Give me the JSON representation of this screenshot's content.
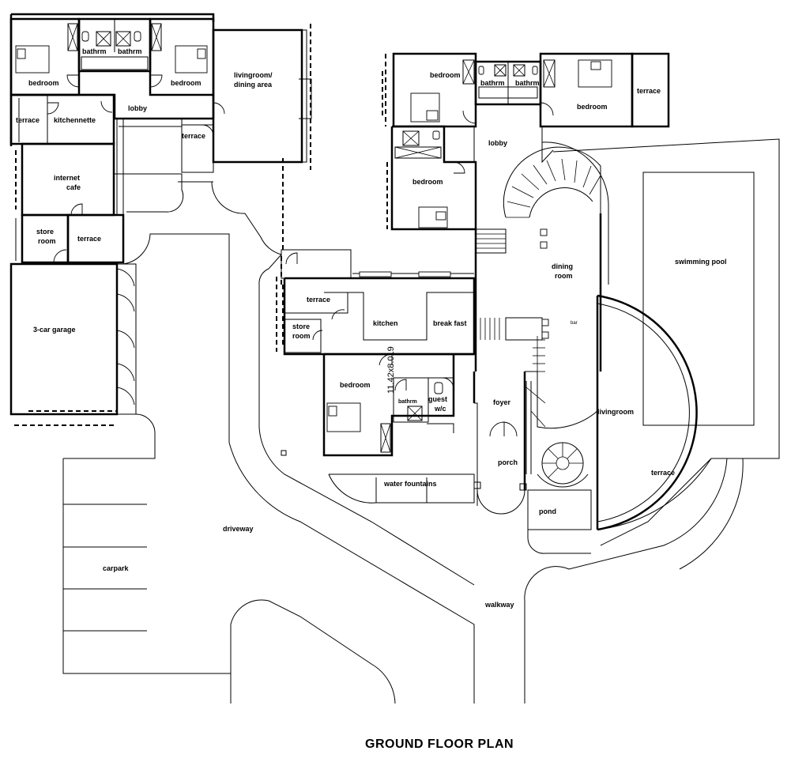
{
  "title": "GROUND FLOOR PLAN",
  "dimension_note": "11.42x8.019",
  "labels": {
    "bedroom_west_1": "bedroom",
    "bathrm_1": "bathrm",
    "bathrm_2": "bathrm",
    "bedroom_west_2": "bedroom",
    "livingroom_dining": "livingroom/",
    "livingroom_dining_2": "dining area",
    "lobby_west": "lobby",
    "terrace_west": "terrace",
    "kitchennette": "kitchennette",
    "terrace_west_2": "terrace",
    "internet_cafe_1": "internet",
    "internet_cafe_2": "cafe",
    "store_room_west_1": "store",
    "store_room_west_2": "room",
    "terrace_west_3": "terrace",
    "garage": "3-car garage",
    "bedroom_east_1": "bedroom",
    "bathrm_e1": "bathrm",
    "bathrm_e2": "bathrm",
    "bedroom_east_2": "bedroom",
    "terrace_east": "terrace",
    "lobby_east": "lobby",
    "bedroom_east_3": "bedroom",
    "swimming_pool": "swimming pool",
    "dining_room_1": "dining",
    "dining_room_2": "room",
    "bar": "bar",
    "terrace_mid": "terrace",
    "kitchen": "kitchen",
    "break_fast": "break fast",
    "store_room_mid_1": "store",
    "store_room_mid_2": "room",
    "bedroom_guest": "bedroom",
    "bathrm_guest": "bathrm",
    "guest_wc_1": "guest",
    "guest_wc_2": "w/c",
    "foyer": "foyer",
    "livingroom": "livingroom",
    "porch": "porch",
    "terrace_south": "terrace",
    "water_fountains": "water fountains",
    "pond": "pond",
    "driveway": "driveway",
    "carpark": "carpark",
    "walkway": "walkway"
  }
}
